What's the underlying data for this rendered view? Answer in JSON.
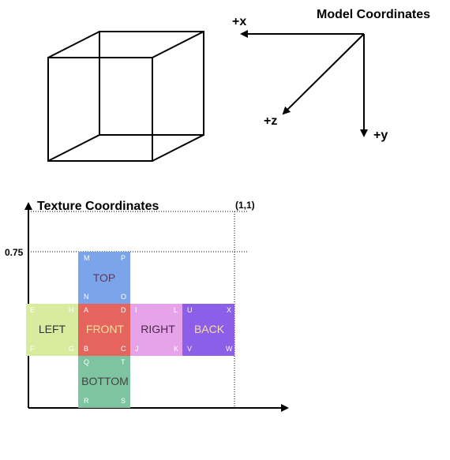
{
  "model": {
    "title": "Model Coordinates",
    "axes": {
      "x": "+x",
      "y": "+y",
      "z": "+z"
    }
  },
  "texture": {
    "title": "Texture Coordinates",
    "corner_label": "(1,1)",
    "tick_label": "0.75",
    "faces": {
      "top": {
        "label": "TOP",
        "color": "#7ca4ea",
        "text_color": "#5a3a5e",
        "corners": [
          "M",
          "P",
          "N",
          "O"
        ]
      },
      "left": {
        "label": "LEFT",
        "color": "#d8eca0",
        "text_color": "#333333",
        "corners": [
          "E",
          "H",
          "F",
          "G"
        ]
      },
      "front": {
        "label": "FRONT",
        "color": "#e5645e",
        "text_color": "#f4e0a0",
        "corners": [
          "A",
          "D",
          "B",
          "C"
        ]
      },
      "right": {
        "label": "RIGHT",
        "color": "#e7a3ea",
        "text_color": "#4a2a4a",
        "corners": [
          "I",
          "L",
          "J",
          "K"
        ]
      },
      "back": {
        "label": "BACK",
        "color": "#8d5ee8",
        "text_color": "#f4e0a0",
        "corners": [
          "U",
          "X",
          "V",
          "W"
        ]
      },
      "bottom": {
        "label": "BOTTOM",
        "color": "#7fc4a1",
        "text_color": "#444444",
        "corners": [
          "Q",
          "T",
          "R",
          "S"
        ]
      }
    }
  }
}
